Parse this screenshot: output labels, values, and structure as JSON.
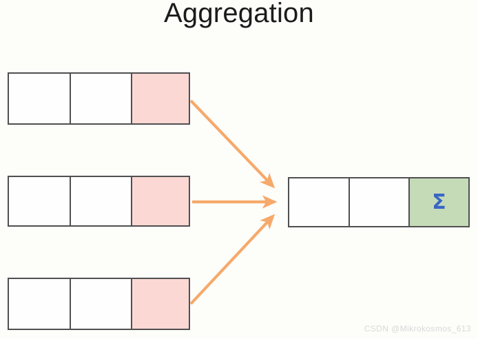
{
  "slide": {
    "title": "Aggregation",
    "background_color": "#fdfdfa",
    "watermark": "CSDN @Mikrokosmos_613"
  },
  "colors": {
    "source_highlight": "#fbd8d4",
    "result_highlight": "#c5dbb8",
    "cell_border": "#4f4f4f",
    "cell_fill": "#fefefe",
    "arrow": "#f6a96a",
    "sigma": "#3a66c4",
    "title_text": "#1b1b1b",
    "watermark_text": "#d8d8d8"
  },
  "source_rows": [
    {
      "name": "source-row-1",
      "cells": [
        {
          "label": "",
          "state": "empty"
        },
        {
          "label": "",
          "state": "empty"
        },
        {
          "label": "",
          "state": "highlighted"
        }
      ]
    },
    {
      "name": "source-row-2",
      "cells": [
        {
          "label": "",
          "state": "empty"
        },
        {
          "label": "",
          "state": "empty"
        },
        {
          "label": "",
          "state": "highlighted"
        }
      ]
    },
    {
      "name": "source-row-3",
      "cells": [
        {
          "label": "",
          "state": "empty"
        },
        {
          "label": "",
          "state": "empty"
        },
        {
          "label": "",
          "state": "highlighted"
        }
      ]
    }
  ],
  "result_row": {
    "name": "result-row",
    "cells": [
      {
        "label": "",
        "state": "empty"
      },
      {
        "label": "",
        "state": "empty"
      },
      {
        "label": "Σ",
        "state": "aggregated"
      }
    ]
  },
  "arrows": [
    {
      "name": "arrow-row1-to-result",
      "from": "source-row-1",
      "to": "result-row",
      "direction": "down-right"
    },
    {
      "name": "arrow-row2-to-result",
      "from": "source-row-2",
      "to": "result-row",
      "direction": "right"
    },
    {
      "name": "arrow-row3-to-result",
      "from": "source-row-3",
      "to": "result-row",
      "direction": "up-right"
    }
  ]
}
